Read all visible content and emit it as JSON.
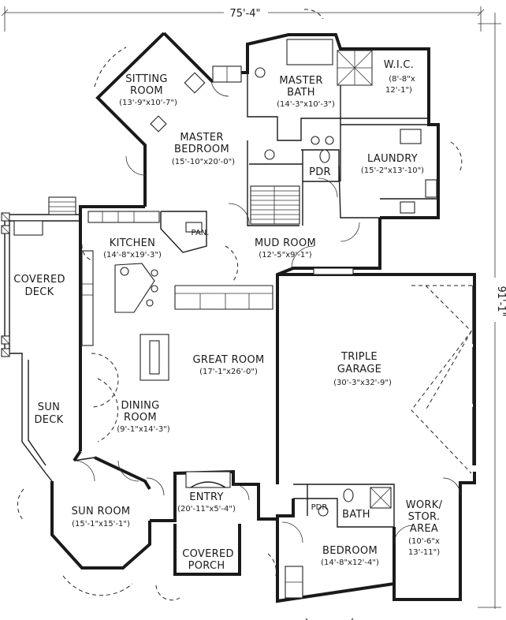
{
  "overall": {
    "width": "75'-4\"",
    "depth": "91'-1\""
  },
  "rooms": [
    {
      "id": "sitting-room",
      "name": [
        "SITTING",
        "ROOM"
      ],
      "dims": "(13'-9\"x10'-7\")"
    },
    {
      "id": "master-bath",
      "name": [
        "MASTER",
        "BATH"
      ],
      "dims": "(14'-3\"x10'-3\")"
    },
    {
      "id": "wic",
      "name": [
        "W.I.C."
      ],
      "dims": [
        "(8'-8\"x",
        "12'-1\")"
      ]
    },
    {
      "id": "master-bedroom",
      "name": [
        "MASTER",
        "BEDROOM"
      ],
      "dims": "(15'-10\"x20'-0\")"
    },
    {
      "id": "laundry",
      "name": [
        "LAUNDRY"
      ],
      "dims": "(15'-2\"x13'-10\")"
    },
    {
      "id": "pdr-upper",
      "name": [
        "PDR"
      ]
    },
    {
      "id": "pantry",
      "name": [
        "PAN."
      ]
    },
    {
      "id": "kitchen",
      "name": [
        "KITCHEN"
      ],
      "dims": "(14'-8\"x19'-3\")"
    },
    {
      "id": "mud-room",
      "name": [
        "MUD ROOM"
      ],
      "dims": "(12'-5\"x9'-1\")"
    },
    {
      "id": "covered-deck",
      "name": [
        "COVERED",
        "DECK"
      ]
    },
    {
      "id": "great-room",
      "name": [
        "GREAT ROOM"
      ],
      "dims": "(17'-1\"x26'-0\")"
    },
    {
      "id": "triple-garage",
      "name": [
        "TRIPLE",
        "GARAGE"
      ],
      "dims": "(30'-3\"x32'-9\")"
    },
    {
      "id": "sun-deck",
      "name": [
        "SUN",
        "DECK"
      ]
    },
    {
      "id": "dining-room",
      "name": [
        "DINING",
        "ROOM"
      ],
      "dims": "(9'-1\"x14'-3\")"
    },
    {
      "id": "entry",
      "name": [
        "ENTRY"
      ],
      "dims": "(20'-11\"x5'-4\")"
    },
    {
      "id": "sun-room",
      "name": [
        "SUN ROOM"
      ],
      "dims": "(15'-1\"x15'-1\")"
    },
    {
      "id": "pdr-lower",
      "name": [
        "PDR"
      ]
    },
    {
      "id": "bath",
      "name": [
        "BATH"
      ]
    },
    {
      "id": "work-area",
      "name": [
        "WORK/",
        "STOR.",
        "AREA"
      ],
      "dims": [
        "(10'-6\"x",
        "13'-11\")"
      ]
    },
    {
      "id": "covered-porch",
      "name": [
        "COVERED",
        "PORCH"
      ]
    },
    {
      "id": "bedroom",
      "name": [
        "BEDROOM"
      ],
      "dims": "(14'-8\"x12'-4\")"
    }
  ]
}
